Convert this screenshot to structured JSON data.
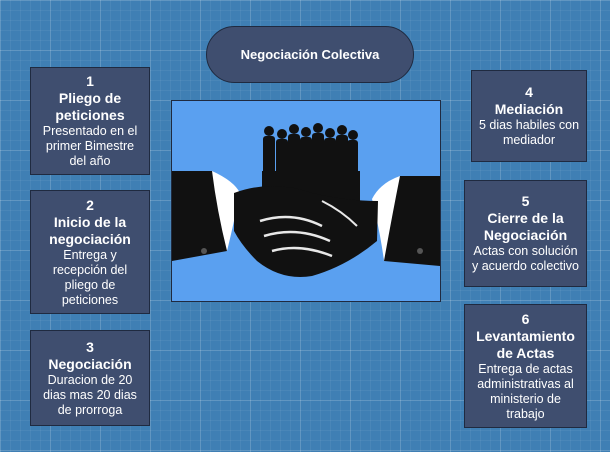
{
  "title": "Negociación Colectiva",
  "steps": [
    {
      "num": "1",
      "title": "Pliego de peticiones",
      "desc": "Presentado en el primer Bimestre del año"
    },
    {
      "num": "2",
      "title": "Inicio de la negociación",
      "desc": "Entrega y recepción del pliego de peticiones"
    },
    {
      "num": "3",
      "title": "Negociación",
      "desc": "Duracion de 20 dias mas 20 dias de prorroga"
    },
    {
      "num": "4",
      "title": "Mediación",
      "desc": "5 dias habiles con mediador"
    },
    {
      "num": "5",
      "title": "Cierre de la Negociación",
      "desc": "Actas con solución y acuerdo colectivo"
    },
    {
      "num": "6",
      "title": "Levantamiento de Actas",
      "desc": "Entrega de actas administrativas al ministerio de trabajo"
    }
  ],
  "colors": {
    "background": "#3f7fb4",
    "box": "#3f4e6f",
    "illustration_bg": "#5aa0f0"
  },
  "illustration": "handshake-with-crowd-silhouette"
}
